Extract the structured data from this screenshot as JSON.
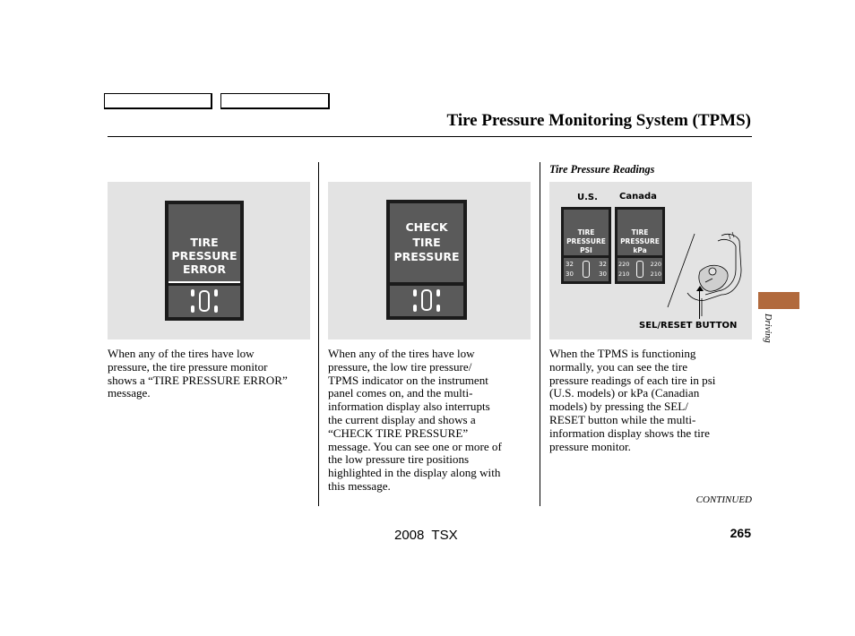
{
  "header": {
    "title": "Tire Pressure Monitoring System (TPMS)"
  },
  "columns": [
    {
      "display_lines": [
        "TIRE",
        "PRESSURE",
        "ERROR"
      ],
      "body_lines": [
        "When any of the tires have low",
        "pressure, the tire pressure monitor",
        "shows a “TIRE PRESSURE ERROR”",
        "message."
      ]
    },
    {
      "display_lines": [
        "CHECK",
        "TIRE",
        "PRESSURE"
      ],
      "body_lines": [
        "When any of the tires have low",
        "pressure, the low tire pressure/",
        "TPMS indicator on the instrument",
        "panel comes on, and the multi-",
        "information display also interrupts",
        "the current display and shows a",
        "“CHECK TIRE PRESSURE”",
        "message. You can see one or more of",
        "the low pressure tire positions",
        "highlighted in the display along with",
        "this message."
      ]
    },
    {
      "subheading": "Tire Pressure Readings",
      "us_label": "U.S.",
      "canada_label": "Canada",
      "us_display": {
        "lines": [
          "TIRE",
          "PRESSURE",
          "PSI"
        ],
        "fl": "32",
        "fr": "32",
        "rl": "30",
        "rr": "30"
      },
      "canada_display": {
        "lines": [
          "TIRE",
          "PRESSURE",
          "kPa"
        ],
        "fl": "220",
        "fr": "220",
        "rl": "210",
        "rr": "210"
      },
      "button_label": "SEL/RESET BUTTON",
      "body_lines": [
        "When the TPMS is functioning",
        "normally, you can see the tire",
        "pressure readings of each tire in psi",
        "(U.S. models) or kPa (Canadian",
        "models) by pressing the SEL/",
        "RESET button while the multi-",
        "information display shows the tire",
        "pressure monitor."
      ]
    }
  ],
  "side_tab": "Driving",
  "continued": "CONTINUED",
  "footer": {
    "model": "2008  TSX",
    "page": "265"
  }
}
